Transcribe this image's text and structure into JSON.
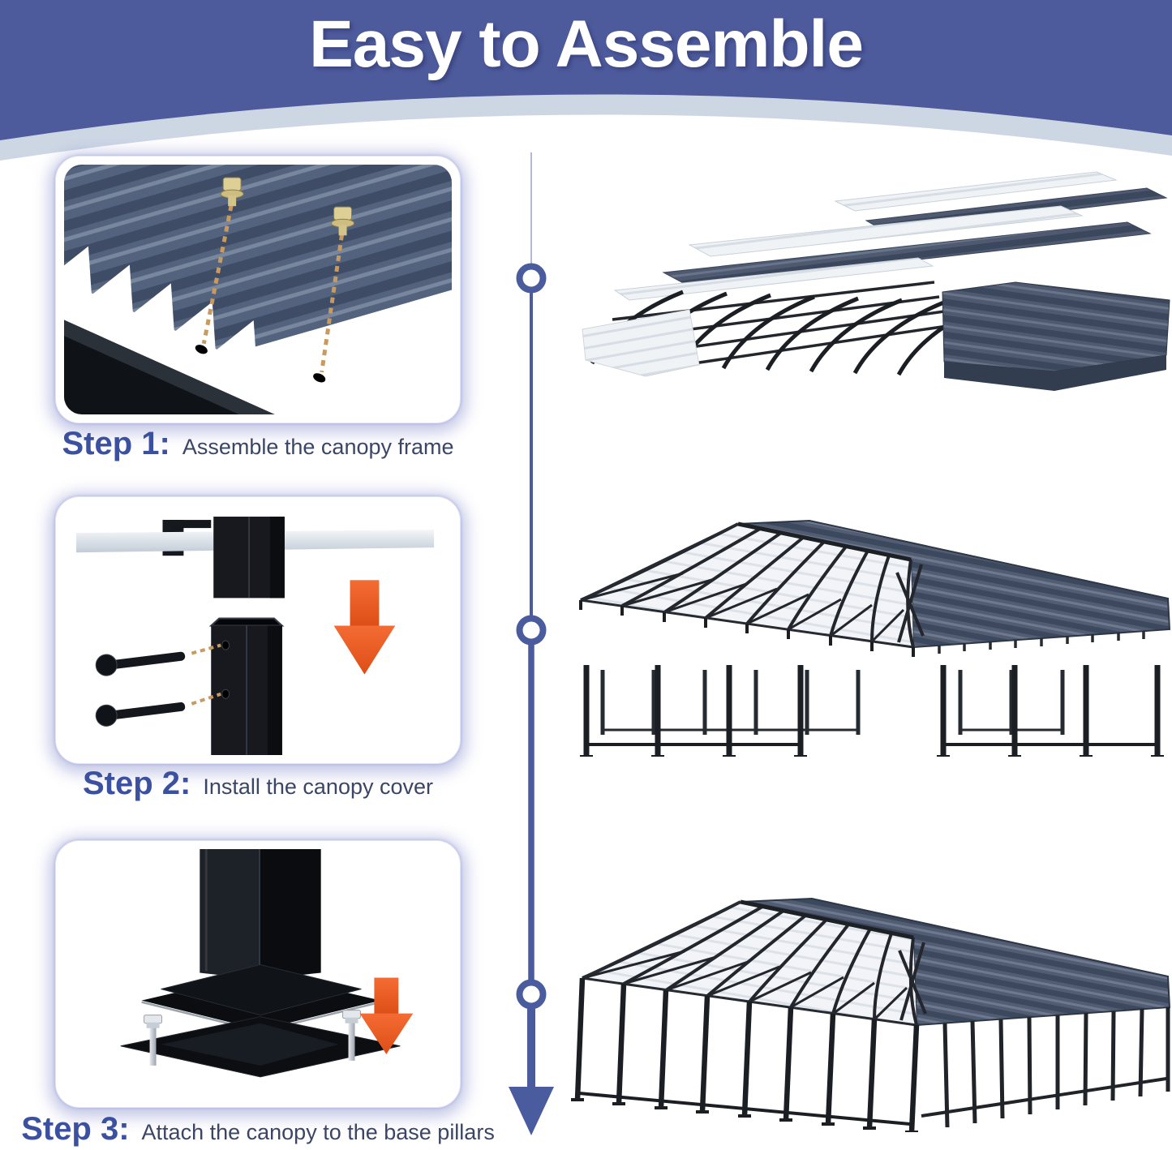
{
  "header": {
    "title": "Easy to Assemble"
  },
  "steps": [
    {
      "label": "Step 1:",
      "description": "Assemble the canopy frame"
    },
    {
      "label": "Step 2:",
      "description": "Install the canopy cover"
    },
    {
      "label": "Step 3:",
      "description": "Attach the canopy to the base pillars"
    }
  ],
  "colors": {
    "header_background": "#4d5a9c",
    "header_band": "#cdd7e4",
    "title_color": "#ffffff",
    "step_label_color": "#3c50a0",
    "step_description_color": "#3b4566",
    "timeline_color": "#4a5b9e",
    "arrow_orange": "#ee5f2b",
    "roof_dark": "#4f5a70",
    "roof_white": "#f2f4f7",
    "frame_black": "#1b1f24"
  }
}
